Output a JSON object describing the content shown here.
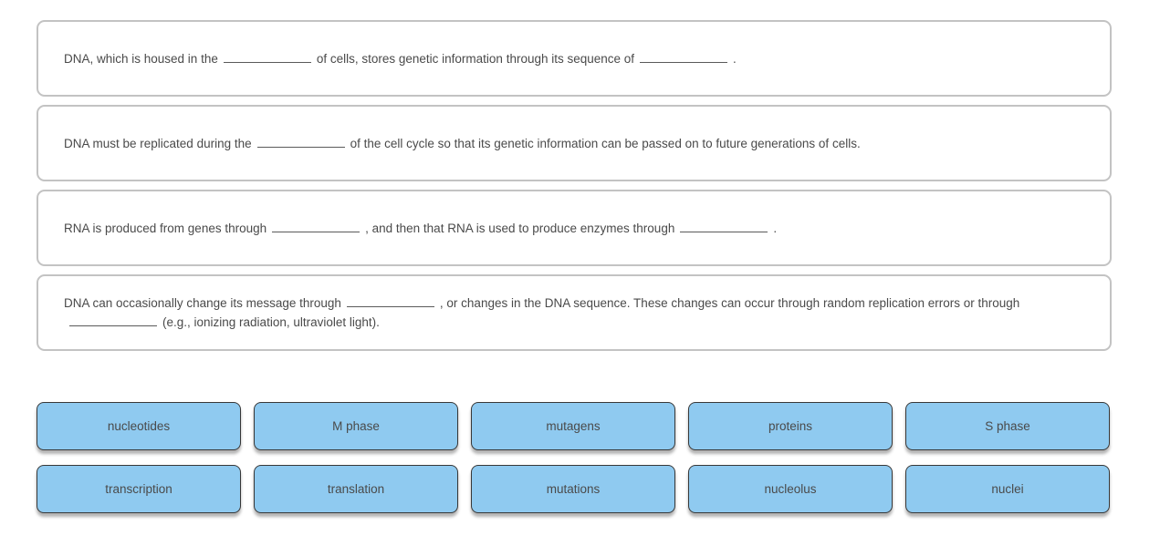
{
  "colors": {
    "tile_bg": "#8fcaf0",
    "tile_border": "#383838",
    "box_border": "#c3c3c3",
    "text": "#4a4a4a",
    "blank_line": "#5a5a5a"
  },
  "questions": [
    {
      "pre": "DNA, which is housed in the",
      "mid": "of cells, stores genetic information through its sequence of",
      "post": ".",
      "blanks": 2
    },
    {
      "pre": "DNA must be replicated during the",
      "post": "of the cell cycle so that its genetic information can be passed on to future generations of cells.",
      "blanks": 1
    },
    {
      "pre": "RNA is produced from genes through",
      "mid": ", and then that RNA is used to produce enzymes through",
      "post": ".",
      "blanks": 2
    },
    {
      "pre": "DNA can occasionally change its message through",
      "mid": ", or changes in the DNA sequence. These changes can occur through random replication errors or through",
      "post": "(e.g., ionizing radiation, ultraviolet light).",
      "blanks": 2
    }
  ],
  "word_bank": {
    "row1": [
      "nucleotides",
      "M phase",
      "mutagens",
      "proteins",
      "S phase"
    ],
    "row2": [
      "transcription",
      "translation",
      "mutations",
      "nucleolus",
      "nuclei"
    ]
  }
}
